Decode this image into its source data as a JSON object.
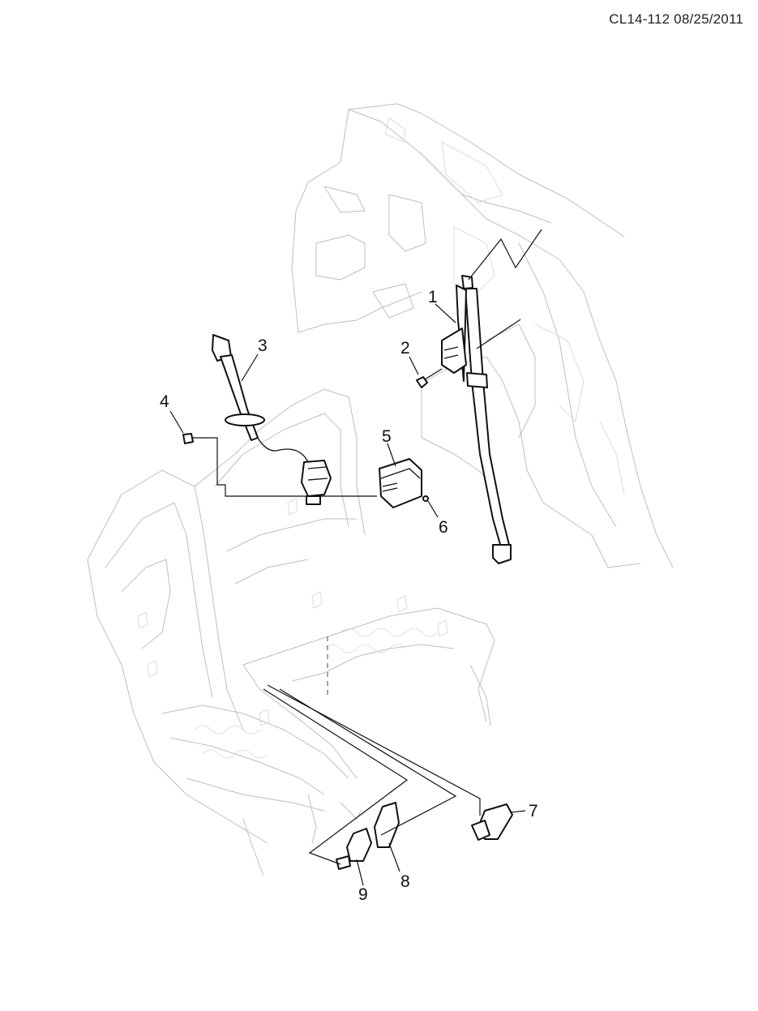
{
  "drawing_code": "CL14-112 08/25/2011",
  "callouts": [
    "1",
    "2",
    "3",
    "4",
    "5",
    "6",
    "7",
    "8",
    "9"
  ]
}
